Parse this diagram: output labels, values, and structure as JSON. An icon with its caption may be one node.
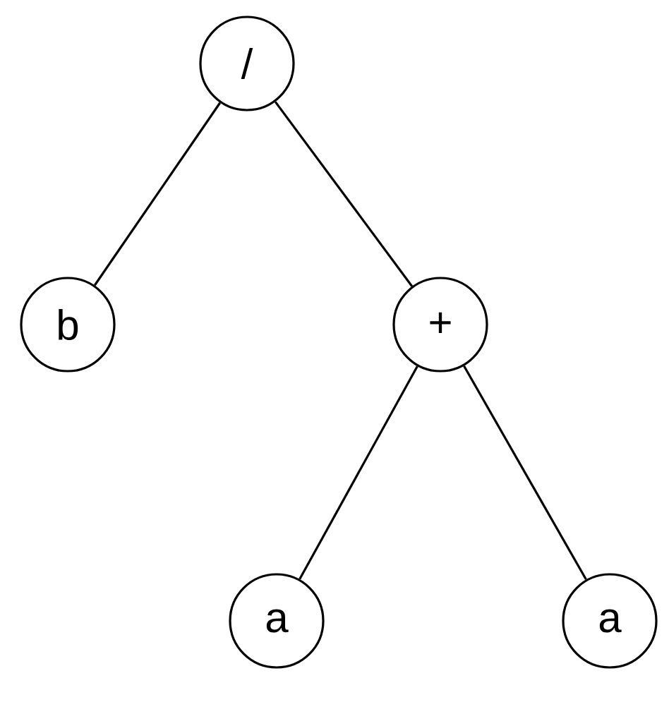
{
  "diagram": {
    "nodes": [
      {
        "text": [
          "/"
        ]
      },
      {
        "text": [
          "b"
        ]
      },
      {
        "text": [
          "+"
        ]
      },
      {
        "text": [
          "a"
        ]
      },
      {
        "text": [
          "a"
        ]
      }
    ],
    "edges": [
      {
        "from": 0,
        "to": 1,
        "arrow": "none"
      },
      {
        "from": 0,
        "to": 2,
        "arrow": "none"
      },
      {
        "from": 2,
        "to": 3,
        "arrow": "none"
      },
      {
        "from": 2,
        "to": 4,
        "arrow": "none"
      }
    ]
  }
}
